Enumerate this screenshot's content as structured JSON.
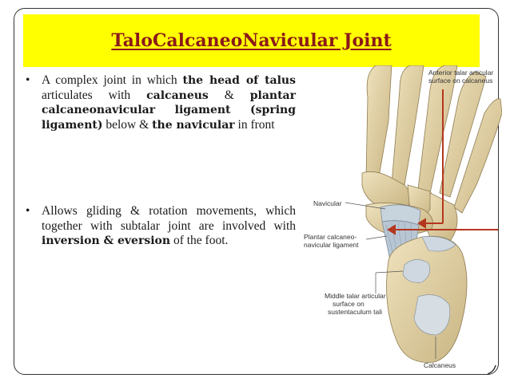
{
  "slide": {
    "title": "TaloCalcaneoNavicular Joint",
    "bullet_char": "•",
    "bullet1": {
      "t1": "A complex joint in which ",
      "b1": "the head of talus",
      "t2": " articulates with ",
      "b2": "calcaneus",
      "t3": " & ",
      "b3": "plantar calcaneonavicular ligament (spring ligament)",
      "t4": " below & ",
      "b4": "the navicular",
      "t5": " in front"
    },
    "bullet2": {
      "t1": "Allows gliding & rotation movements, which together with subtalar joint are involved with ",
      "b1": "inversion & eversion",
      "t2": " of the foot."
    }
  },
  "figure": {
    "labels": {
      "anterior_l1": "Anterior talar articular",
      "anterior_l2": "surface on calcaneus",
      "navicular": "Navicular",
      "plantar_l1": "Plantar calcaneo-",
      "plantar_l2": "navicular ligament",
      "middle_l1": "Middle talar articular",
      "middle_l2": "surface on",
      "middle_l3": "sustentaculum tali",
      "calcaneus": "Calcaneus"
    },
    "colors": {
      "bone": "#e3d3a6",
      "bone_shadow": "#b9a574",
      "ligament": "#b8c6d4",
      "arrow": "#b5361f",
      "title_bg": "#ffff00",
      "title_text": "#8b1a1a"
    }
  }
}
